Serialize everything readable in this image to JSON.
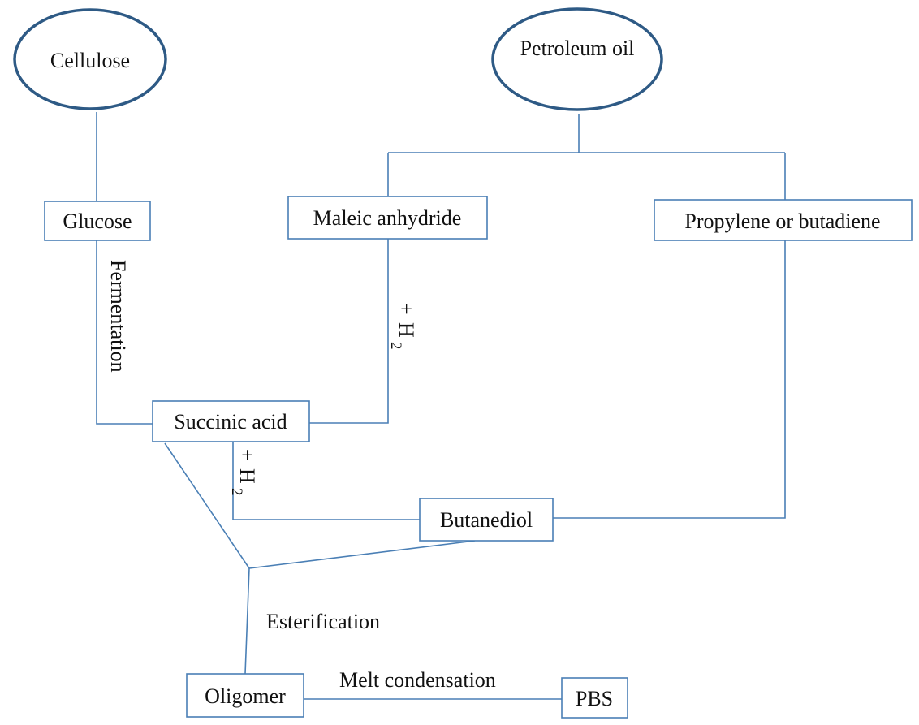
{
  "nodes": {
    "cellulose": "Cellulose",
    "petroleum_oil": "Petroleum oil",
    "glucose": "Glucose",
    "maleic_anhydride": "Maleic anhydride",
    "propylene_butadiene": "Propylene or butadiene",
    "succinic_acid": "Succinic acid",
    "butanediol": "Butanediol",
    "oligomer": "Oligomer",
    "pbs": "PBS"
  },
  "edge_labels": {
    "fermentation": "Fermentation",
    "plus_h2_a": {
      "plus": "+",
      "h": "H",
      "sub": "2"
    },
    "plus_h2_b": {
      "plus": "+",
      "h": "H",
      "sub": "2"
    },
    "esterification": "Esterification",
    "melt_condensation": "Melt condensation"
  },
  "colors": {
    "line": "#4a7fb5",
    "ellipse_border": "#2e5a85"
  }
}
